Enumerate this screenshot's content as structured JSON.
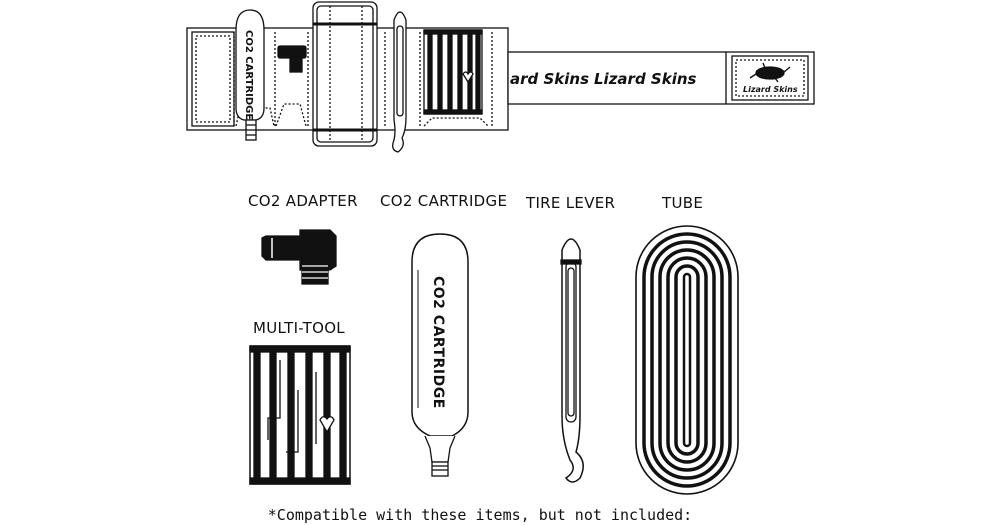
{
  "brand": {
    "name": "Lizard Skins",
    "wordmark_left_partial": "ard Skins",
    "wordmark_center": "Lizard Skins",
    "badge_text": "Lizard Skins"
  },
  "roll": {
    "cartridge_text": "CO2 CARTRIDGE"
  },
  "items": {
    "co2_adapter": "CO2 ADAPTER",
    "co2_cartridge": "CO2 CARTRIDGE",
    "tire_lever": "TIRE LEVER",
    "tube": "TUBE",
    "multi_tool": "MULTI-TOOL"
  },
  "cartridge_print": "CO2 CARTRIDGE",
  "footnote": "*Compatible with these items, but not included:",
  "colors": {
    "line": "#111111",
    "fill": "#ffffff",
    "adapter": "#111111"
  }
}
